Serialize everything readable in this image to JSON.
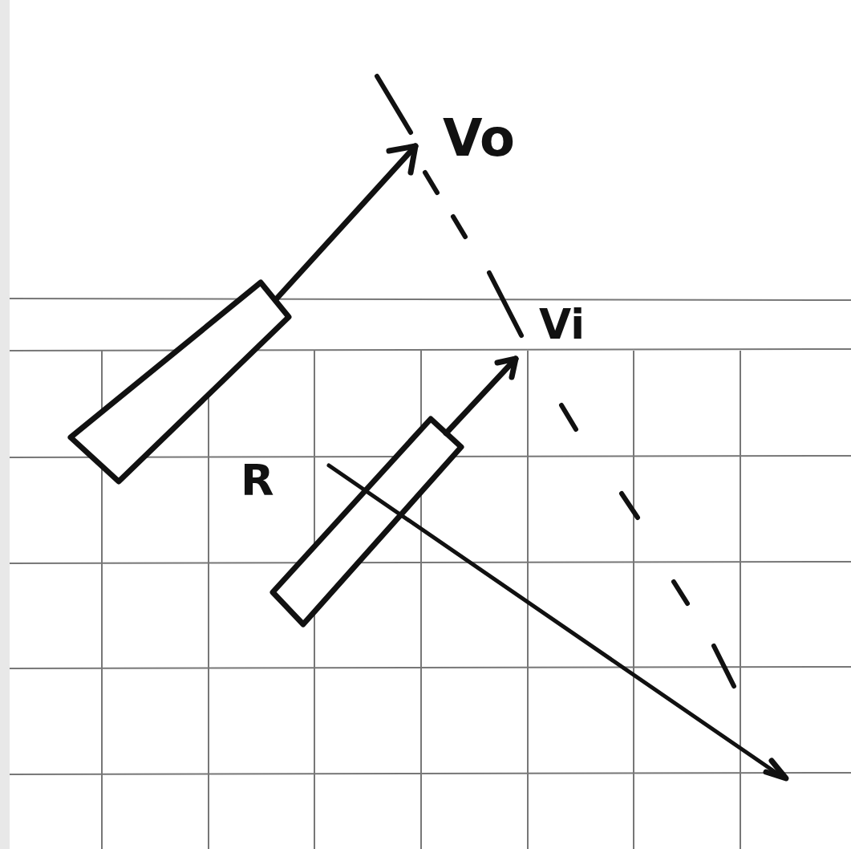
{
  "diagram": {
    "labels": [
      "Vo",
      "Vi",
      "R"
    ]
  }
}
